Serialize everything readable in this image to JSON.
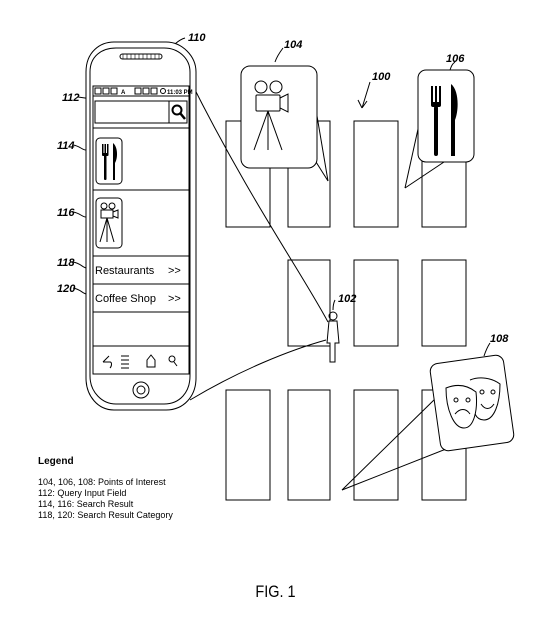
{
  "refs": {
    "device": "110",
    "system": "100",
    "user": "102",
    "poi_film": "104",
    "poi_restaurant": "106",
    "poi_theater": "108",
    "query_field": "112",
    "result_restaurant": "114",
    "result_film": "116",
    "category_1": "118",
    "category_2": "120"
  },
  "phone": {
    "status_time": "11:03 PM",
    "status_letters": "A",
    "search_icon": "magnifier-icon",
    "categories": [
      {
        "label": "Restaurants",
        "chevron": ">>"
      },
      {
        "label": "Coffee Shop",
        "chevron": ">>"
      }
    ],
    "nav_icons": [
      "back-arrow-icon",
      "menu-icon",
      "home-icon",
      "search-icon"
    ]
  },
  "legend": {
    "title": "Legend",
    "rows": [
      "104, 106, 108:  Points of Interest",
      "112:  Query Input Field",
      "114, 116:  Search Result",
      "118, 120:  Search Result Category"
    ]
  },
  "figure_label": "FIG. 1"
}
